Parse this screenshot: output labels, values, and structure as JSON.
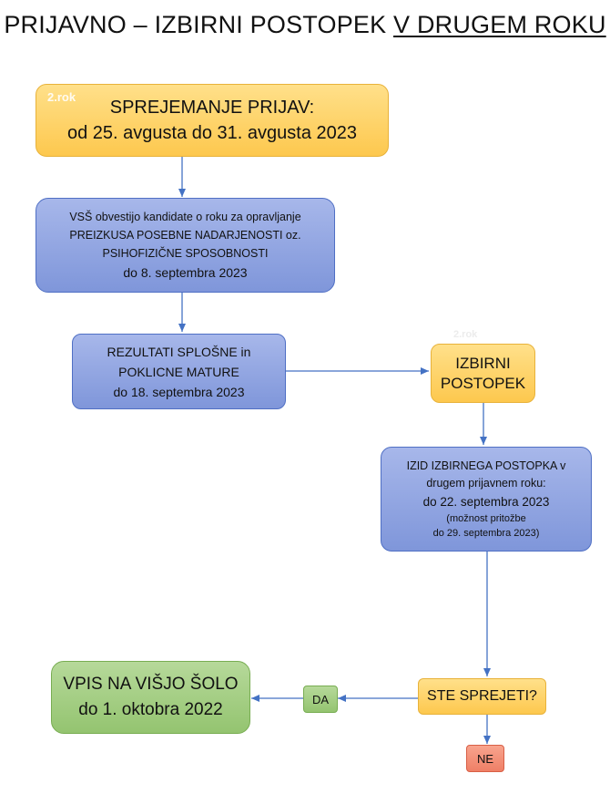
{
  "title": {
    "part1": "PRIJAVNO – IZBIRNI POSTOPEK ",
    "part2": "V DRUGEM ROKU"
  },
  "nodes": {
    "prijave": {
      "tag": "2.rok",
      "line1": "SPREJEMANJE PRIJAV:",
      "line2": "od 25. avgusta do 31. avgusta 2023"
    },
    "obvestilo": {
      "line1": "VSŠ obvestijo kandidate o roku za opravljanje",
      "line2": "PREIZKUSA POSEBNE NADARJENOSTI oz.",
      "line3": "PSIHOFIZIČNE SPOSOBNOSTI",
      "line4": "do 8. septembra 2023"
    },
    "rezultati": {
      "line1": "REZULTATI SPLOŠNE in",
      "line2": "POKLICNE MATURE",
      "line3": "do 18. septembra 2023"
    },
    "izbirni": {
      "tag": "2.rok",
      "line1": "IZBIRNI",
      "line2": "POSTOPEK"
    },
    "izid": {
      "line1": "IZID IZBIRNEGA POSTOPKA v",
      "line2": "drugem prijavnem roku:",
      "line3": "do 22. septembra 2023",
      "line4": "(možnost pritožbe",
      "line5": "do 29. septembra 2023)"
    },
    "sprejeti": {
      "label": "STE SPREJETI?"
    },
    "da": {
      "label": "DA"
    },
    "ne": {
      "label": "NE"
    },
    "vpis": {
      "line1": "VPIS NA VIŠJO ŠOLO",
      "line2": "do 1. oktobra 2022"
    }
  },
  "colors": {
    "orange": "#fdc84e",
    "blue": "#7f96da",
    "green": "#94c470",
    "red": "#ef7f66",
    "arrow": "#4472c4"
  }
}
